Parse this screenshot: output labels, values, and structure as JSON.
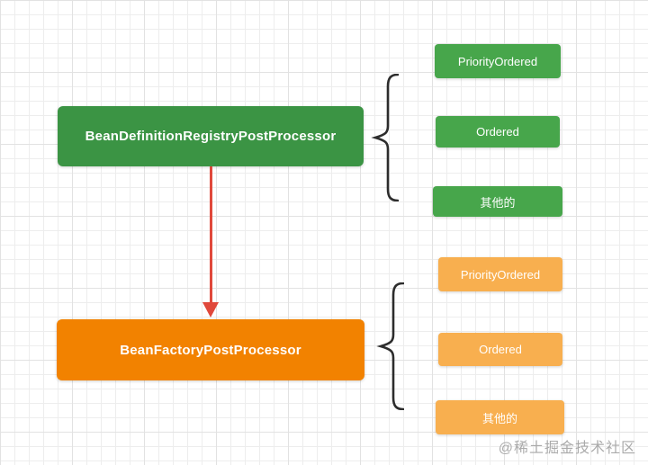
{
  "groups": [
    {
      "main": {
        "label": "BeanDefinitionRegistryPostProcessor",
        "color": "#3b9444"
      },
      "items": [
        {
          "label": "PriorityOrdered",
          "color": "#47a64b"
        },
        {
          "label": "Ordered",
          "color": "#47a64b"
        },
        {
          "label": "其他的",
          "color": "#47a64b"
        }
      ]
    },
    {
      "main": {
        "label": "BeanFactoryPostProcessor",
        "color": "#f28200"
      },
      "items": [
        {
          "label": "PriorityOrdered",
          "color": "#f8af4f"
        },
        {
          "label": "Ordered",
          "color": "#f8af4f"
        },
        {
          "label": "其他的",
          "color": "#f8af4f"
        }
      ]
    }
  ],
  "connector": {
    "type": "arrow-down",
    "color": "#e0483b"
  },
  "brace": {
    "color": "#2d2d2d"
  },
  "watermark": {
    "text": "@稀土掘金技术社区",
    "color": "#aaaaaa"
  }
}
